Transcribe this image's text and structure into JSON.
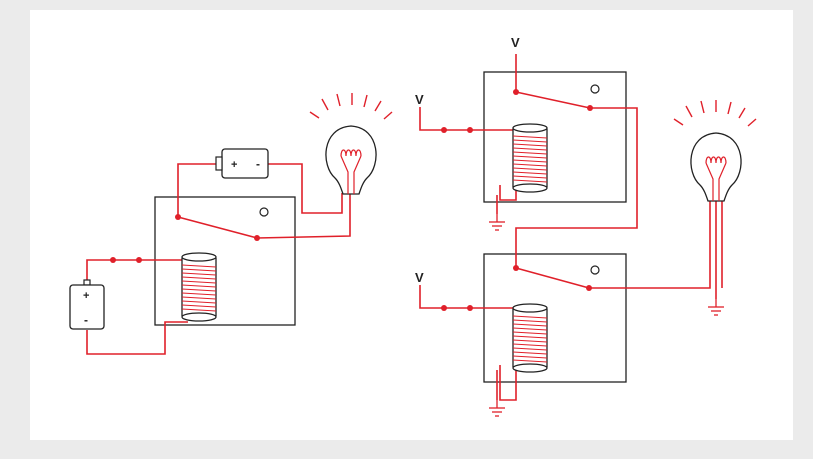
{
  "colors": {
    "background": "#ebebeb",
    "panel": "#ffffff",
    "wire": "#e0202a",
    "outline": "#222222"
  },
  "left_circuit": {
    "battery_top": {
      "plus": "+",
      "minus": "-"
    },
    "battery_side": {
      "plus": "+",
      "minus": "-"
    }
  },
  "right_circuit": {
    "relay_top_voltage_top": "V",
    "relay_top_voltage_left": "V",
    "relay_bottom_voltage_left": "V"
  }
}
